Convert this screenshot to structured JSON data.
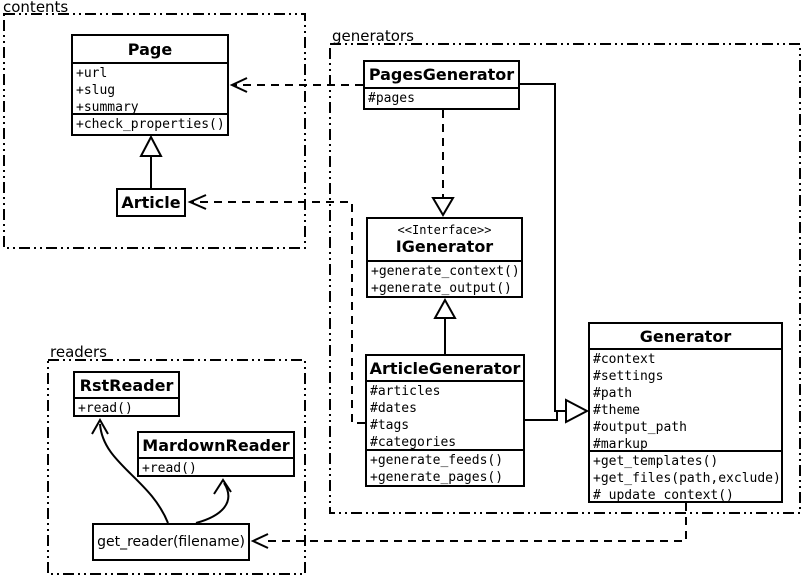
{
  "packages": {
    "contents": {
      "label": "contents"
    },
    "generators": {
      "label": "generators"
    },
    "readers": {
      "label": "readers"
    }
  },
  "classes": {
    "page": {
      "title": "Page",
      "attributes": [
        "+url",
        "+slug",
        "+summary"
      ],
      "methods": [
        "+check_properties()"
      ]
    },
    "article": {
      "title": "Article"
    },
    "pages_generator": {
      "title": "PagesGenerator",
      "attributes": [
        "#pages"
      ]
    },
    "igenerator": {
      "stereotype": "<<Interface>>",
      "title": "IGenerator",
      "methods": [
        "+generate_context()",
        "+generate_output()"
      ]
    },
    "article_generator": {
      "title": "ArticleGenerator",
      "attributes": [
        "#articles",
        "#dates",
        "#tags",
        "#categories"
      ],
      "methods": [
        "+generate_feeds()",
        "+generate_pages()"
      ]
    },
    "generator": {
      "title": "Generator",
      "attributes": [
        "#context",
        "#settings",
        "#path",
        "#theme",
        "#output_path",
        "#markup"
      ],
      "methods": [
        "+get_templates()",
        "+get_files(path,exclude)",
        "#_update_context()"
      ]
    },
    "rst_reader": {
      "title": "RstReader",
      "methods": [
        "+read()"
      ]
    },
    "mardown_reader": {
      "title": "MardownReader",
      "methods": [
        "+read()"
      ]
    },
    "get_reader": {
      "title": "get_reader(filename)"
    }
  },
  "colors": {
    "line": "#000000",
    "background": "#ffffff",
    "box_fill": "#ffffff"
  }
}
